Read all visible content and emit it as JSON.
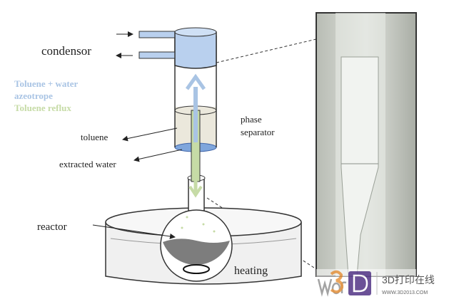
{
  "labels": {
    "condensor": "condensor",
    "legend_azeotrope_1": "Toluene + water",
    "legend_azeotrope_2": "azeotrope",
    "legend_reflux": "Toluene reflux",
    "phase_separator_1": "phase",
    "phase_separator_2": "separator",
    "toluene": "toluene",
    "extracted_water": "extracted water",
    "reactor": "reactor",
    "heating": "heating"
  },
  "watermark": {
    "logo_text": "Wor3D",
    "brand": "3D打印在线",
    "url": "WWW.3D2013.COM"
  },
  "colors": {
    "azeotrope": "#a9c4e4",
    "reflux": "#c6dba6",
    "water": "#7fa6dc",
    "toluene": "#ebe8dc"
  }
}
